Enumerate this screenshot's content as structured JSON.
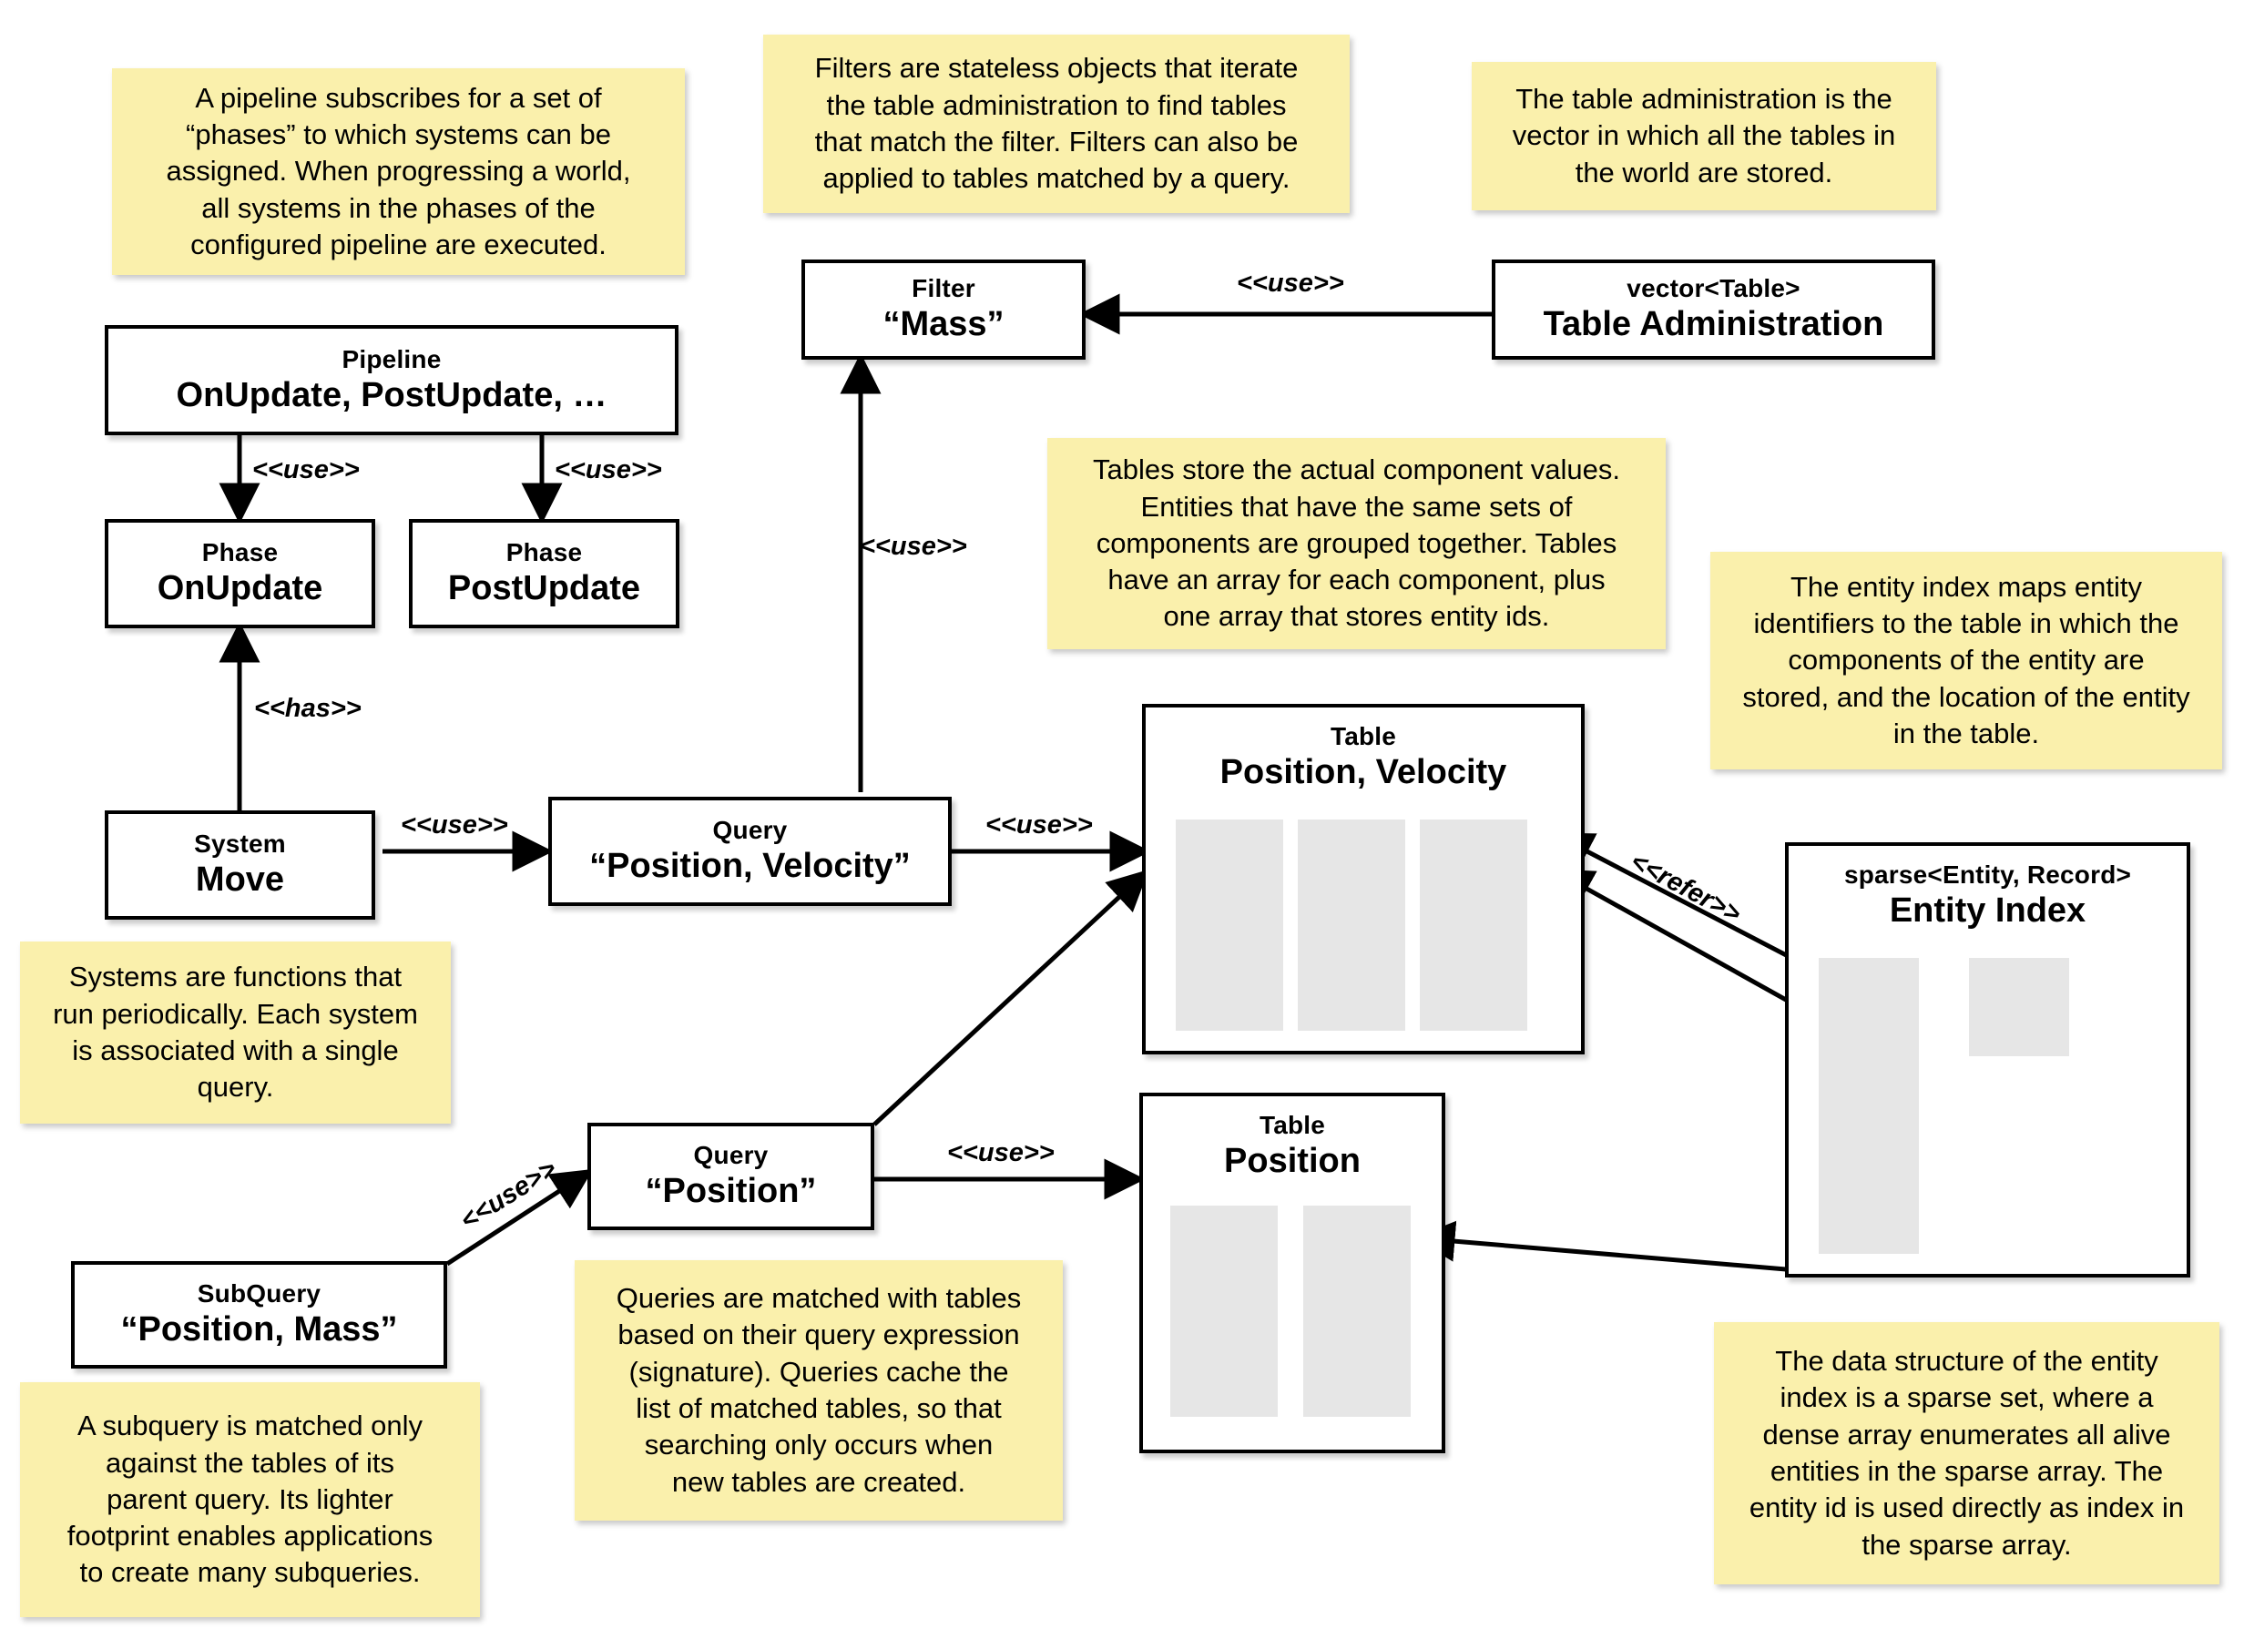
{
  "diagram": {
    "title": "ECS architecture overview",
    "colors": {
      "note_background": "#faf0ac",
      "box_background": "#ffffff",
      "box_border": "#000000",
      "column_fill": "#e6e6e6",
      "canvas": "#ffffff"
    }
  },
  "notes": [
    {
      "id": "note-pipeline",
      "text": "A pipeline subscribes for a set of\n“phases” to which systems can be\nassigned. When progressing a world,\nall systems in the phases of the\nconfigured pipeline are executed."
    },
    {
      "id": "note-filters",
      "text": "Filters are stateless objects that iterate\nthe table administration to find tables\nthat match the filter. Filters can also be\napplied to tables matched by a query."
    },
    {
      "id": "note-table-administration",
      "text": "The table administration is the\nvector in which all the tables in\nthe world are stored."
    },
    {
      "id": "note-tables",
      "text": "Tables store the actual component values.\nEntities that have the same sets of\ncomponents are grouped together. Tables\nhave an array for each component, plus\none array that stores entity ids."
    },
    {
      "id": "note-entity-index",
      "text": "The entity index maps entity\nidentifiers to the table in which the\ncomponents of the entity are\nstored, and the location of the entity\nin the table."
    },
    {
      "id": "note-systems",
      "text": "Systems are functions that\nrun periodically. Each system\nis associated with a single\nquery."
    },
    {
      "id": "note-queries",
      "text": "Queries are matched with tables\nbased on their query expression\n(signature). Queries cache the\nlist of matched tables, so that\nsearching only occurs when\nnew tables are created."
    },
    {
      "id": "note-subquery",
      "text": "A subquery is matched only\nagainst the tables of its\nparent query. Its lighter\nfootprint enables applications\nto create many subqueries."
    },
    {
      "id": "note-sparse-set",
      "text": "The data structure of the entity\nindex is a sparse set, where a\ndense array enumerates all alive\nentities in the sparse array. The\nentity id is used directly as index in\nthe sparse array."
    }
  ],
  "boxes": [
    {
      "id": "box-filter-mass",
      "stereotype": "Filter",
      "title": "“Mass”"
    },
    {
      "id": "box-table-administration",
      "stereotype": "vector<Table>",
      "title": "Table Administration"
    },
    {
      "id": "box-pipeline",
      "stereotype": "Pipeline",
      "title": "OnUpdate, PostUpdate, …"
    },
    {
      "id": "box-phase-onupdate",
      "stereotype": "Phase",
      "title": "OnUpdate"
    },
    {
      "id": "box-phase-postupdate",
      "stereotype": "Phase",
      "title": "PostUpdate"
    },
    {
      "id": "box-system-move",
      "stereotype": "System",
      "title": "Move"
    },
    {
      "id": "box-query-position-velocity",
      "stereotype": "Query",
      "title": "“Position, Velocity”"
    },
    {
      "id": "box-table-position-velocity",
      "stereotype": "Table",
      "title": "Position, Velocity"
    },
    {
      "id": "box-entity-index",
      "stereotype": "sparse<Entity, Record>",
      "title": "Entity Index"
    },
    {
      "id": "box-query-position",
      "stereotype": "Query",
      "title": "“Position”"
    },
    {
      "id": "box-table-position",
      "stereotype": "Table",
      "title": "Position"
    },
    {
      "id": "box-subquery",
      "stereotype": "SubQuery",
      "title": "“Position, Mass”"
    }
  ],
  "edge_labels": [
    {
      "id": "edge-label-tableadmin-filter",
      "text": "<<use>>"
    },
    {
      "id": "edge-label-pipeline-onupdate",
      "text": "<<use>>"
    },
    {
      "id": "edge-label-pipeline-postupdate",
      "text": "<<use>>"
    },
    {
      "id": "edge-label-query-filter",
      "text": "<<use>>"
    },
    {
      "id": "edge-label-system-phase",
      "text": "<<has>>"
    },
    {
      "id": "edge-label-system-query",
      "text": "<<use>>"
    },
    {
      "id": "edge-label-query-table",
      "text": "<<use>>"
    },
    {
      "id": "edge-label-entityindex-table",
      "text": "<<refer>>"
    },
    {
      "id": "edge-label-queryposition-table",
      "text": "<<use>>"
    },
    {
      "id": "edge-label-subquery-query",
      "text": "<<use>>"
    }
  ],
  "table_columns": {
    "position_velocity_count": 3,
    "position_count": 2,
    "entity_index_arrays": [
      "sparse-array",
      "dense-array"
    ]
  }
}
